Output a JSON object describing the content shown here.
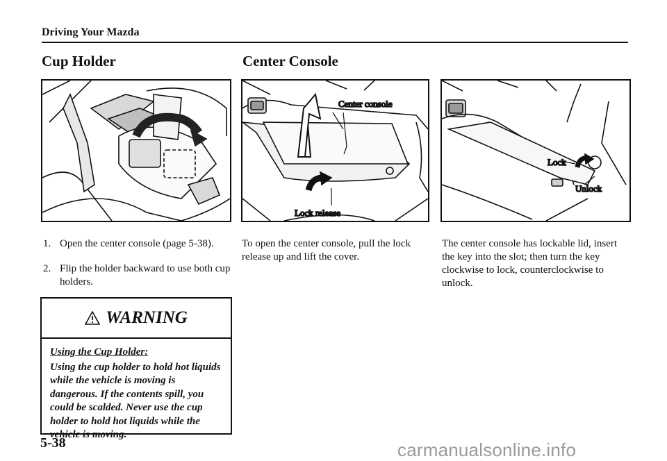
{
  "header": {
    "title": "Driving Your Mazda"
  },
  "sections": {
    "cup_holder": {
      "title": "Cup Holder"
    },
    "center_console": {
      "title": "Center Console"
    }
  },
  "figures": {
    "console_open": {
      "label_console": "Center console",
      "label_release": "Lock release"
    },
    "console_lock": {
      "label_lock": "Lock",
      "label_unlock": "Unlock"
    }
  },
  "steps": [
    {
      "num": "1.",
      "text": "Open the center console (page 5-38)."
    },
    {
      "num": "2.",
      "text": "Flip the holder backward to use both cup holders."
    }
  ],
  "warning": {
    "title": "WARNING",
    "subheading": "Using the Cup Holder:",
    "body": "Using the cup holder to hold hot liquids while the vehicle is moving is dangerous. If the contents spill, you could be scalded. Never use the cup holder to hold hot liquids while the vehicle is moving."
  },
  "paragraphs": {
    "open_console": "To open the center console, pull the lock release up and lift the cover.",
    "lockable_lid": "The center console has lockable lid, insert the key into the slot; then turn the key clockwise to lock, counterclockwise to unlock."
  },
  "page_number": "5-38",
  "watermark": "carmanualsonline.info"
}
